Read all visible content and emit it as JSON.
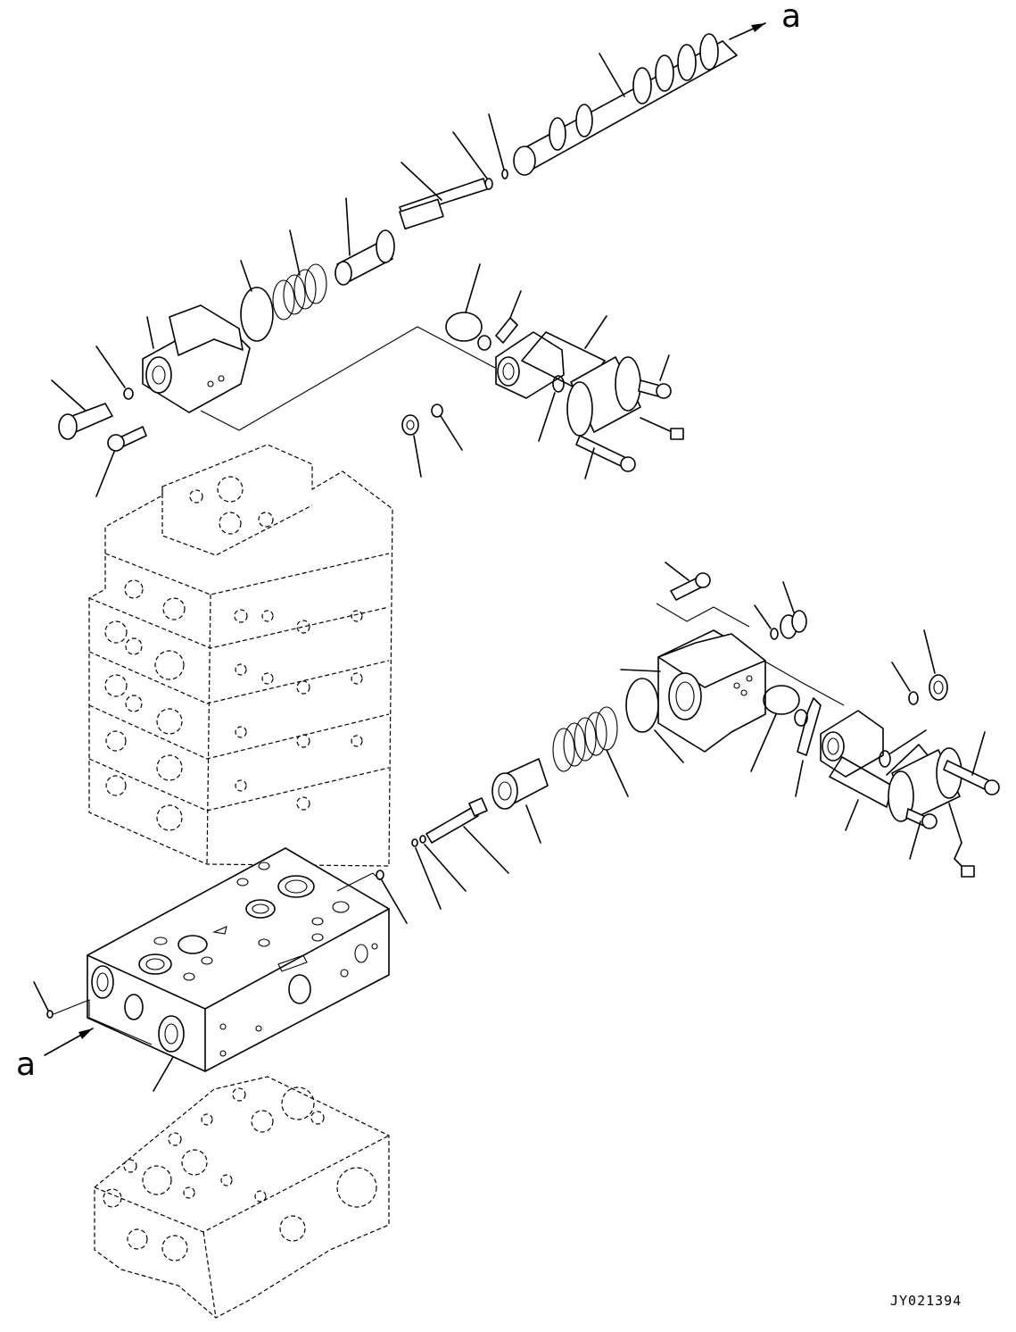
{
  "labels": {
    "ref_top": "a",
    "ref_bottom": "a"
  },
  "drawing_code": "JY021394"
}
